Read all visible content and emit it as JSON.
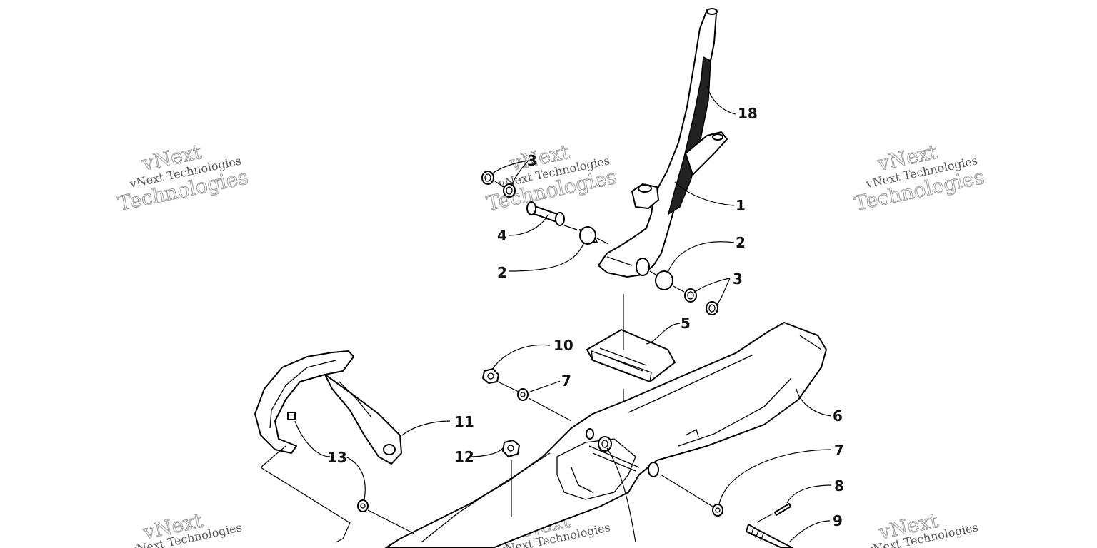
{
  "watermark": {
    "line1": "vNext",
    "line2": "vNext Technologies",
    "line3": "Technologies"
  },
  "callouts": [
    {
      "id": "c18",
      "label": "18"
    },
    {
      "id": "c3a",
      "label": "3"
    },
    {
      "id": "c1",
      "label": "1"
    },
    {
      "id": "c4",
      "label": "4"
    },
    {
      "id": "c2a",
      "label": "2"
    },
    {
      "id": "c2b",
      "label": "2"
    },
    {
      "id": "c3b",
      "label": "3"
    },
    {
      "id": "c5",
      "label": "5"
    },
    {
      "id": "c10",
      "label": "10"
    },
    {
      "id": "c7a",
      "label": "7"
    },
    {
      "id": "c6",
      "label": "6"
    },
    {
      "id": "c11",
      "label": "11"
    },
    {
      "id": "c12",
      "label": "12"
    },
    {
      "id": "c13",
      "label": "13"
    },
    {
      "id": "c7b",
      "label": "7"
    },
    {
      "id": "c8",
      "label": "8"
    },
    {
      "id": "c9",
      "label": "9"
    }
  ]
}
